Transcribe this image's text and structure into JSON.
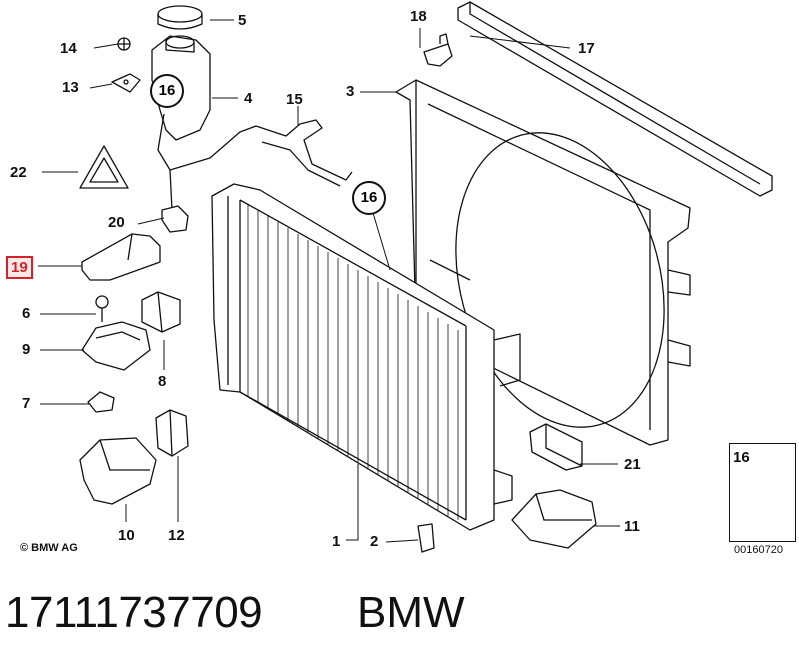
{
  "labels": {
    "l1": "1",
    "l2": "2",
    "l3": "3",
    "l4": "4",
    "l5": "5",
    "l6": "6",
    "l7": "7",
    "l8": "8",
    "l9": "9",
    "l10": "10",
    "l11": "11",
    "l12": "12",
    "l13": "13",
    "l14": "14",
    "l15": "15",
    "l16a": "16",
    "l16b": "16",
    "l16c": "16",
    "l17": "17",
    "l18": "18",
    "l19": "19",
    "l20": "20",
    "l21": "21",
    "l22": "22"
  },
  "copyright": "© BMW AG",
  "diagram_code": "00160720",
  "part_number": "17111737709",
  "brand": "BMW",
  "colors": {
    "highlight": "#d2232a",
    "line": "#111111"
  }
}
